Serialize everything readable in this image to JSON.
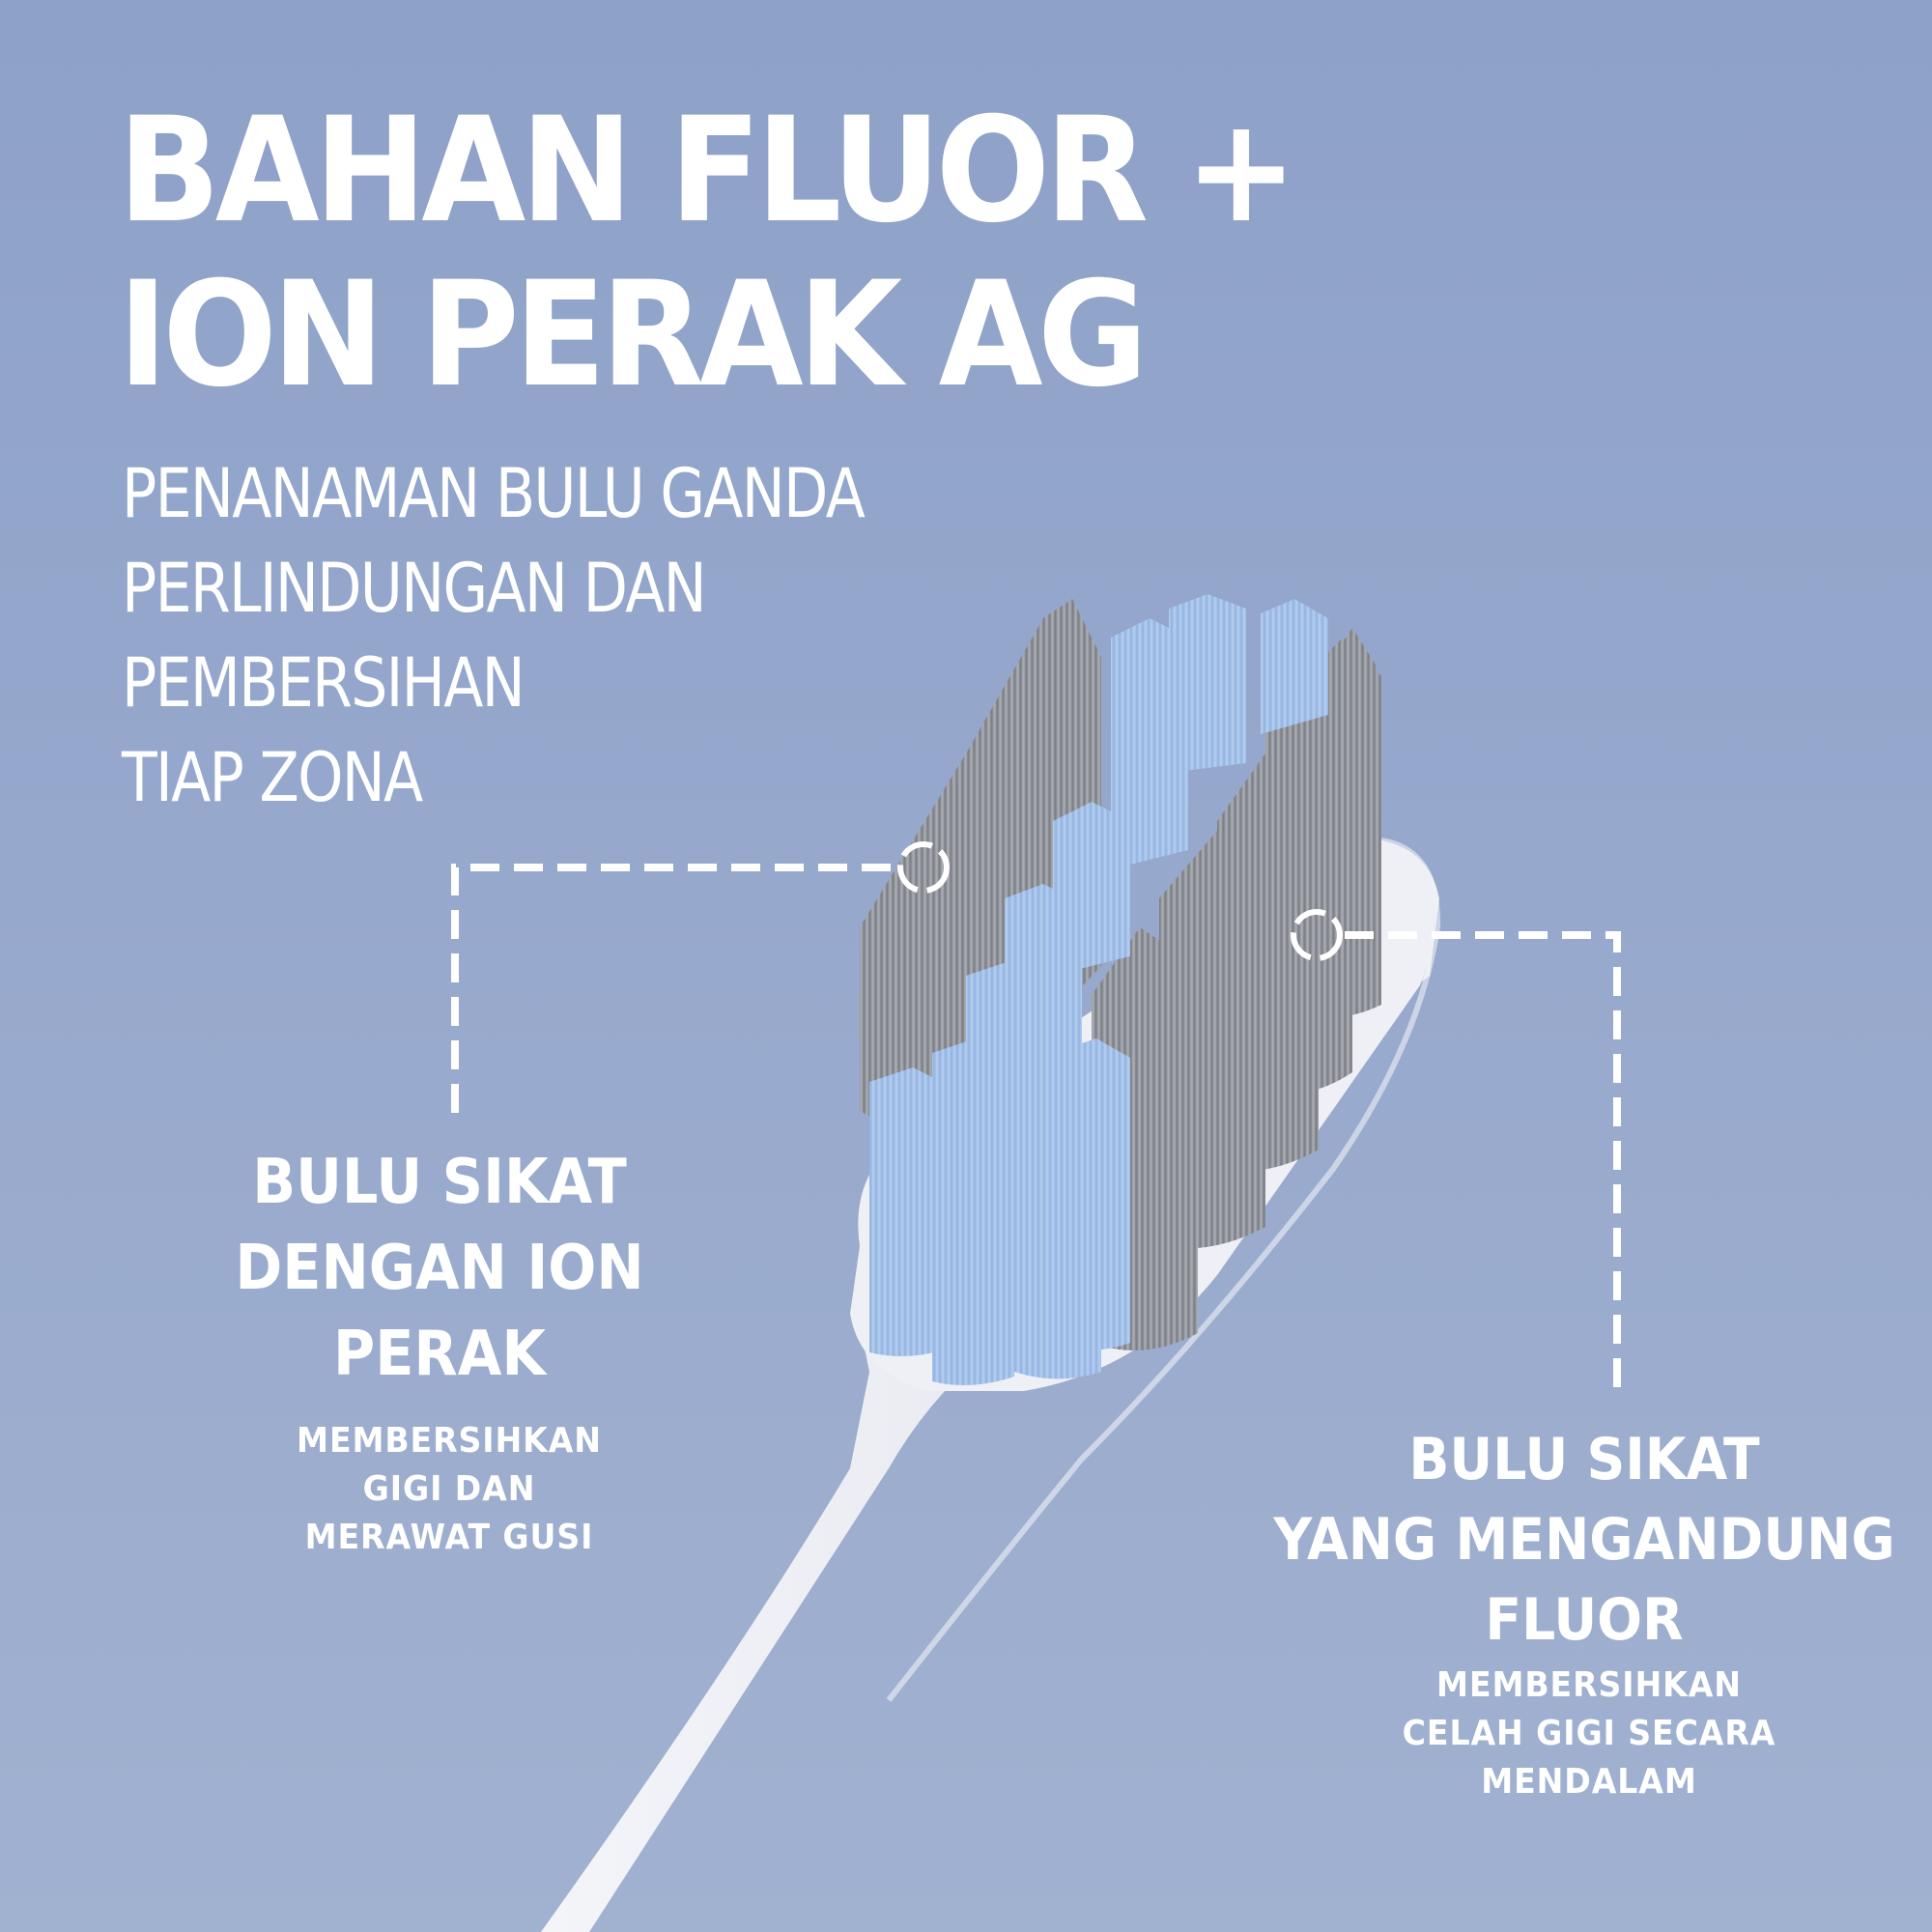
{
  "headline": {
    "lines": [
      "BAHAN FLUOR +",
      "ION PERAK AG"
    ]
  },
  "subtitle": {
    "lines": [
      "PENANAMAN BULU GANDA",
      "PERLINDUNGAN DAN",
      "PEMBERSIHAN",
      "TIAP ZONA"
    ]
  },
  "callouts": {
    "left": {
      "title_lines": [
        "BULU SIKAT",
        "DENGAN ION",
        "PERAK"
      ],
      "desc_lines": [
        "MEMBERSIHKAN",
        "GIGI DAN",
        "MERAWAT GUSI"
      ]
    },
    "right": {
      "title_lines": [
        "BULU SIKAT",
        "YANG MENGANDUNG",
        "FLUOR"
      ],
      "desc_lines": [
        "MEMBERSIHKAN",
        "CELAH GIGI SECARA",
        "MENDALAM"
      ]
    }
  },
  "colors": {
    "background_top": "#8ea1c8",
    "background_bottom": "#a1b1d0",
    "text": "#ffffff",
    "bristle_blue": "#9dbbe6",
    "bristle_gray": "#8e9299",
    "brush_body": "#eceef4"
  },
  "icons": {
    "left_marker": "dashed-circle-marker",
    "right_marker": "dashed-circle-marker"
  }
}
